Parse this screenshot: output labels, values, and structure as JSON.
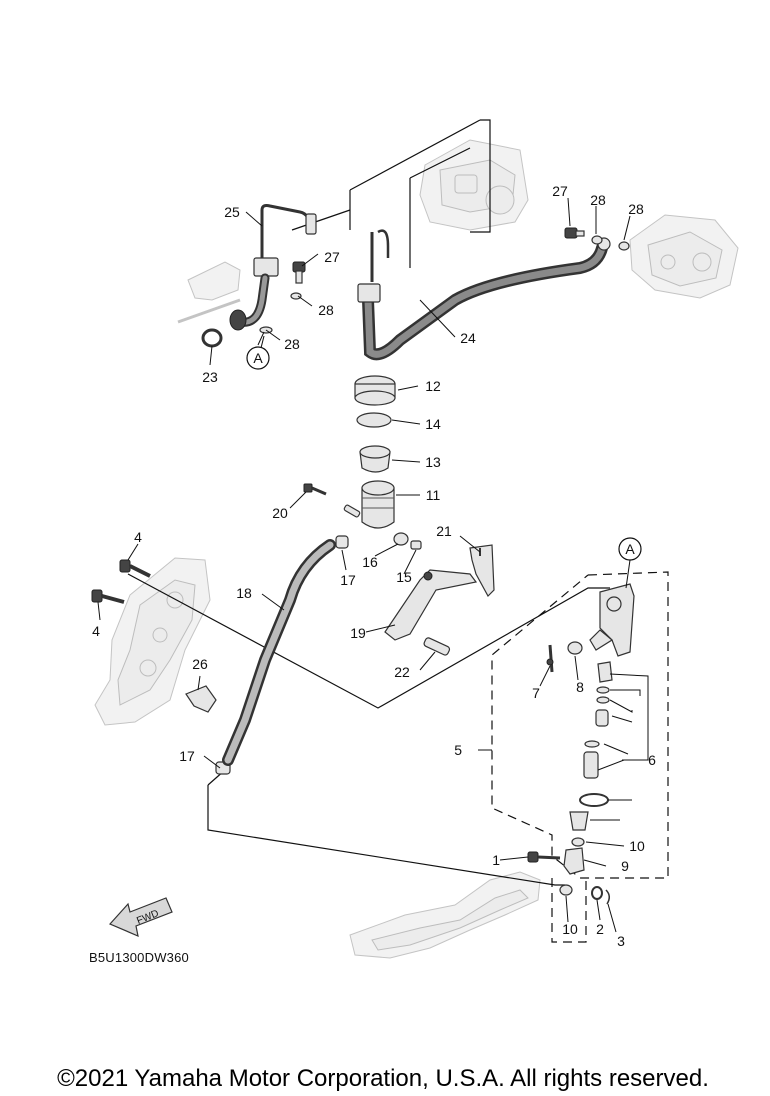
{
  "diagram": {
    "reference_code": "B5U1300DW360",
    "copyright": "©2021 Yamaha Motor Corporation, U.S.A. All rights reserved.",
    "fwd_arrow": "FWD",
    "callout_marker": "A",
    "part_labels": [
      "1",
      "2",
      "3",
      "4",
      "4",
      "5",
      "6",
      "7",
      "8",
      "9",
      "10",
      "10",
      "11",
      "12",
      "13",
      "14",
      "15",
      "16",
      "17",
      "17",
      "18",
      "19",
      "20",
      "21",
      "22",
      "23",
      "24",
      "25",
      "26",
      "27",
      "27",
      "28",
      "28",
      "28",
      "28"
    ]
  }
}
